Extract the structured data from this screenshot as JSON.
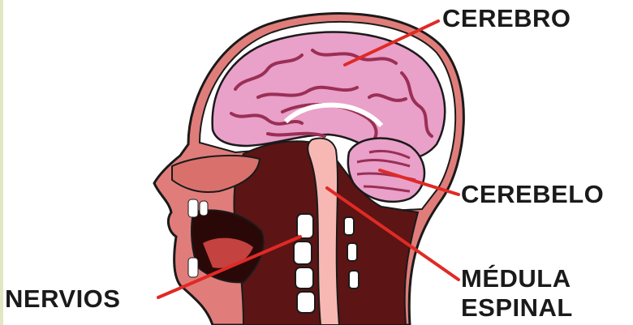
{
  "labels": {
    "cerebro": "CEREBRO",
    "cerebelo": "CEREBELO",
    "medula_line1": "MÉDULA",
    "medula_line2": "ESPINAL",
    "nervios": "NERVIOS"
  },
  "colors": {
    "pointer": "#e02a25",
    "brain": "#e9a0c9",
    "brain_fold": "#9a2f55",
    "tissue_dark": "#5d1414",
    "skin": "#e07d7a",
    "spine": "#f7b8b3",
    "vertebra": "#ffffff",
    "skull_outline": "#1a1a1a"
  }
}
